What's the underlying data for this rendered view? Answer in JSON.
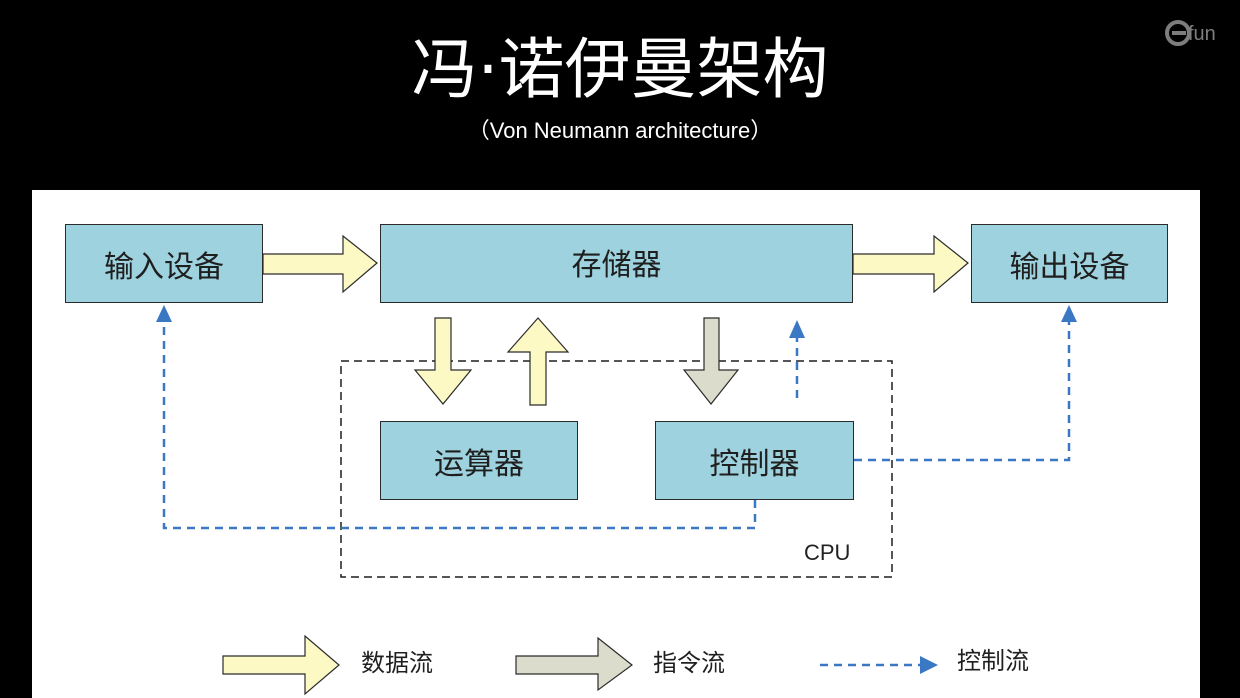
{
  "title": "冯·诺伊曼架构",
  "subtitle": "（Von Neumann architecture）",
  "logo": {
    "text": "fun",
    "icon": "efun-logo-icon",
    "color": "#7d7d7d"
  },
  "diagram": {
    "nodes": {
      "input": "输入设备",
      "memory": "存储器",
      "output": "输出设备",
      "alu": "运算器",
      "control": "控制器"
    },
    "cpu_label": "CPU"
  },
  "legend": {
    "data_flow": "数据流",
    "instruction_flow": "指令流",
    "control_flow": "控制流"
  },
  "colors": {
    "node_fill": "#9dd2de",
    "data_arrow": "#fdf9c4",
    "instruction_arrow": "#dcdccc",
    "control_arrow": "#3b78c4",
    "background": "#000000",
    "panel": "#ffffff"
  }
}
